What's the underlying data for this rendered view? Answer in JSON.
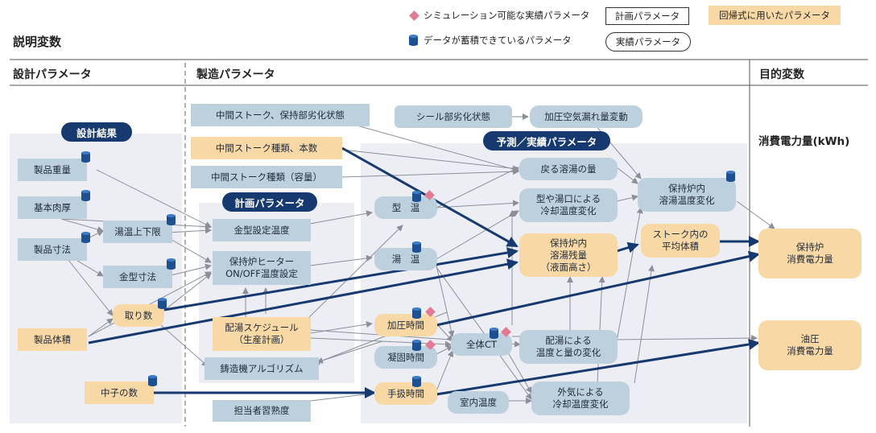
{
  "legend": {
    "simulation": "シミュレーション可能な実績パラメータ",
    "database": "データが蓄積できているパラメータ",
    "plan": "計画パラメータ",
    "actual": "実績パラメータ",
    "regression": "回帰式に用いたパラメータ"
  },
  "headers": {
    "explanatory": "説明変数",
    "design": "設計パラメータ",
    "manufacturing": "製造パラメータ",
    "objective": "目的変数",
    "energy": "消費電力量(kWh)"
  },
  "groups": {
    "design_result": "設計結果",
    "plan_params": "計画パラメータ",
    "predict_actual": "予測／実績パラメータ"
  },
  "nodes": {
    "product_weight": "製品重量",
    "wall_thickness": "基本肉厚",
    "product_dims": "製品寸法",
    "product_volume": "製品体積",
    "melt_range": "湯温上下限",
    "mold_dims": "金型寸法",
    "yield_count": "取り数",
    "core_count": "中子の数",
    "mid_stoke_state": "中間ストーク、保持部劣化状態",
    "mid_stoke_type": "中間ストーク種類、本数",
    "mid_stoke_cap": "中間ストーク種類（容量）",
    "mold_temp_set": "金型設定温度",
    "heater_onoff": "保持炉ヒーター\nON/OFF温度設定",
    "schedule": "配湯スケジュール\n（生産計画）",
    "algorithm": "鋳造機アルゴリズム",
    "operator_skill": "担当者習熟度",
    "seal_state": "シール部劣化状態",
    "air_leak": "加圧空気漏れ量変動",
    "return_melt": "戻る溶湯の量",
    "mold_temp": "型　温",
    "melt_temp": "湯　温",
    "press_time": "加圧時間",
    "solid_time": "凝固時間",
    "hand_time": "手扱時間",
    "room_temp": "室内温度",
    "total_ct": "全体CT",
    "gate_cooling": "型や湯口による\n冷却温度変化",
    "holding_volume": "保持炉内\n溶湯残量\n（液面高さ）",
    "distribution_change": "配湯による\n温度と量の変化",
    "air_cooling": "外気による\n冷却温度変化",
    "holding_temp_change": "保持炉内\n溶湯温度変化",
    "stoke_avg_vol": "ストーク内の\n平均体積",
    "holding_power": "保持炉\n消費電力量",
    "hydraulic_power": "油圧\n消費電力量"
  },
  "colors": {
    "navy": "#16396f",
    "blue_node": "#bdd0de",
    "orange_node": "#f8d9a6",
    "region": "#eceef4",
    "diamond": "#e27a93",
    "grey_arrow": "#8a8f99"
  }
}
